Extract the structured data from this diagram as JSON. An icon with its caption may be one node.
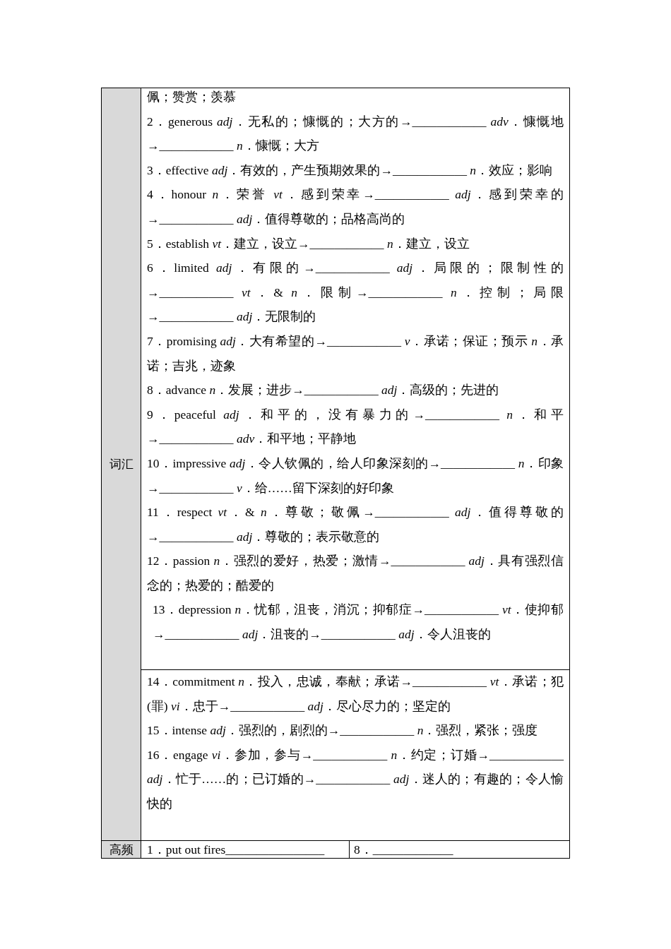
{
  "diagram": {
    "labels": [
      "词汇",
      "佩；赞赏；羡慕",
      "2．generous *adj*．无私的；慷慨的；大方的→____________ *adv*．慷慨地→____________ *n*．慷慨；大方",
      "3．effective *adj*．有效的，产生预期效果的→____________ *n*．效应；影响",
      "4．honour *n*．荣誉 *vt*．感到荣幸→____________ *adj*．感到荣幸的→____________ *adj*．值得尊敬的；品格高尚的",
      "5．establish *vt*．建立，设立→____________ *n*．建立，设立",
      "6．limited *adj*．有限的→____________ *adj*．局限的；限制性的→____________ *vt*．& *n*．限制→____________ *n*．控制；局限→____________ *adj*．无限制的",
      "7．promising *adj*．大有希望的→____________ *v*．承诺；保证；预示 *n*．承诺；吉兆，迹象",
      "8．advance *n*．发展；进步→____________ *adj*．高级的；先进的",
      "9．peaceful *adj*．和平的，没有暴力的→____________ *n*．和平→____________ *adv*．和平地；平静地",
      "10．impressive *adj*．令人钦佩的，给人印象深刻的→____________ *n*．印象→____________ *v*．给……留下深刻的好印象",
      "11．respect *vt*．& *n*．尊敬；敬佩→____________ *adj*．值得尊敬的→____________ *adj*．尊敬的；表示敬意的",
      "12．passion *n*．强烈的爱好，热爱；激情→____________ *adj*．具有强烈信念的；热爱的；酷爱的",
      "13．depression *n*．忧郁，沮丧，消沉；抑郁症→____________ *vt*．使抑郁→____________ *adj*．沮丧的→____________ *adj*．令人沮丧的",
      "14．commitment *n*．投入，忠诚，奉献；承诺→____________ *vt*．承诺；犯(罪) *vi*．忠于→____________ *adj*．尽心尽力的；坚定的",
      "15．intense *adj*．强烈的，剧烈的→____________ *n*．强烈，紧张；强度",
      "16．engage *vi*．参加，参与→____________ *n*．约定；订婚→____________ *adj*．忙于……的；已订婚的→____________ *adj*．迷人的；有趣的；令人愉快的",
      "高频",
      "1．put out fires________________",
      "8．_____________"
    ]
  }
}
